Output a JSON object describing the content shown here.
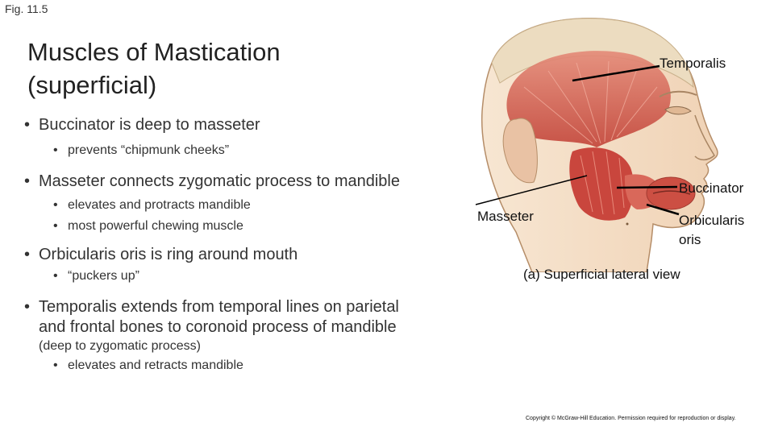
{
  "fig_label": "Fig. 11.5",
  "title_line1": "Muscles of Mastication",
  "title_line2": "(superficial)",
  "bullets": {
    "buccinator": {
      "term": "Buccinator",
      "rest": " is deep to masseter",
      "sub": [
        "prevents “chipmunk cheeks”"
      ]
    },
    "masseter": {
      "term": "Masseter",
      "rest": " connects zygomatic process to mandible",
      "sub": [
        "elevates and protracts mandible",
        "most powerful chewing muscle"
      ]
    },
    "orbicularis": {
      "term": "Orbicularis oris",
      "rest": " is ring around mouth",
      "sub": [
        "“puckers up”"
      ]
    },
    "temporalis": {
      "term": "Temporalis",
      "rest_line1": " extends from temporal lines on parietal",
      "line2": "and frontal bones to coronoid process of mandible",
      "note": "(deep to zygomatic process)",
      "sub": [
        "elevates and retracts mandible"
      ]
    }
  },
  "illustration": {
    "labels": {
      "temporalis": "Temporalis",
      "buccinator": "Buccinator",
      "masseter": "Masseter",
      "orbicularis_1": "Orbicularis",
      "orbicularis_2": "oris"
    },
    "caption": "(a) Superficial lateral view",
    "copyright": "Copyright © McGraw-Hill Education. Permission required for reproduction or display.",
    "colors": {
      "skin": "#f2d9bf",
      "muscle": "#c9463d",
      "muscle_light": "#e58a78",
      "bone": "#e9dcc3"
    }
  }
}
